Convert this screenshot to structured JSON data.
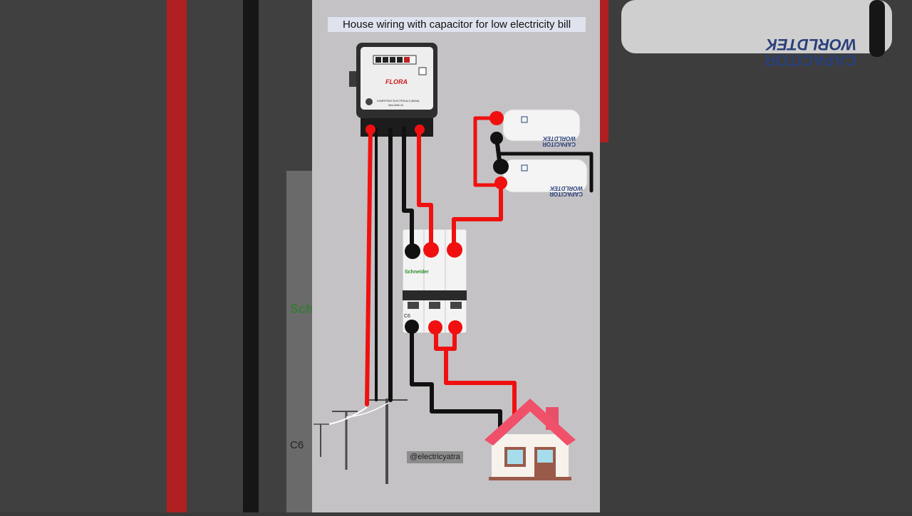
{
  "title": "House wiring with capacitor for low electricity bill",
  "watermark": "@electricyatra",
  "meter": {
    "brand": "FLORA",
    "manufacturer": "COMPETENT ELECTRICALS (INDIA)",
    "city": "New Delhi-44"
  },
  "breaker": {
    "brand": "Schneider",
    "rating": "C6"
  },
  "capacitors": {
    "brand": "WORLDTEK",
    "type": "CAPACITOR"
  },
  "background_left": {
    "brand_fragment": "Sch",
    "rating": "C6"
  },
  "background_right": {
    "brand": "WORLDTEK",
    "type": "CAPACITOR"
  },
  "colors": {
    "phase_wire": "#f01010",
    "neutral_wire": "#111111",
    "panel_bg": "#c4c2c4",
    "house_roof": "#f0506a"
  }
}
